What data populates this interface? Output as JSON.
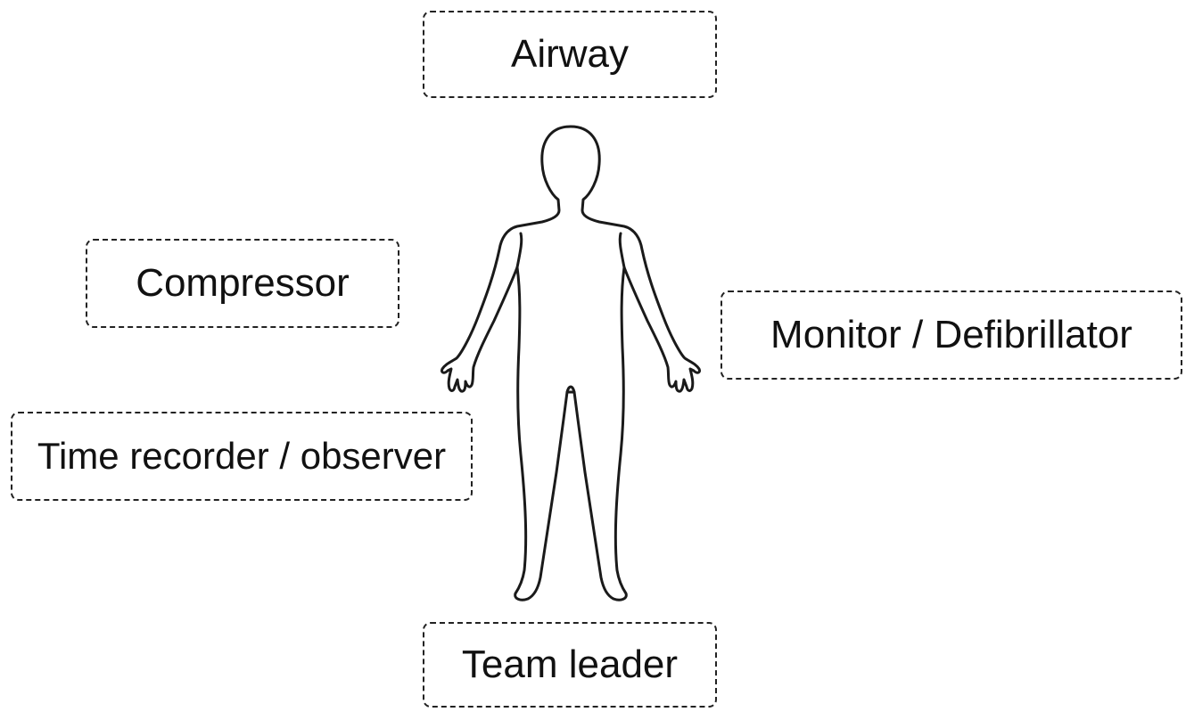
{
  "roles": {
    "airway": "Airway",
    "compressor": "Compressor",
    "monitor_defibrillator": "Monitor / Defibrillator",
    "time_recorder_observer": "Time recorder / observer",
    "team_leader": "Team leader"
  },
  "figure": {
    "icon": "human-body-outline-icon"
  }
}
